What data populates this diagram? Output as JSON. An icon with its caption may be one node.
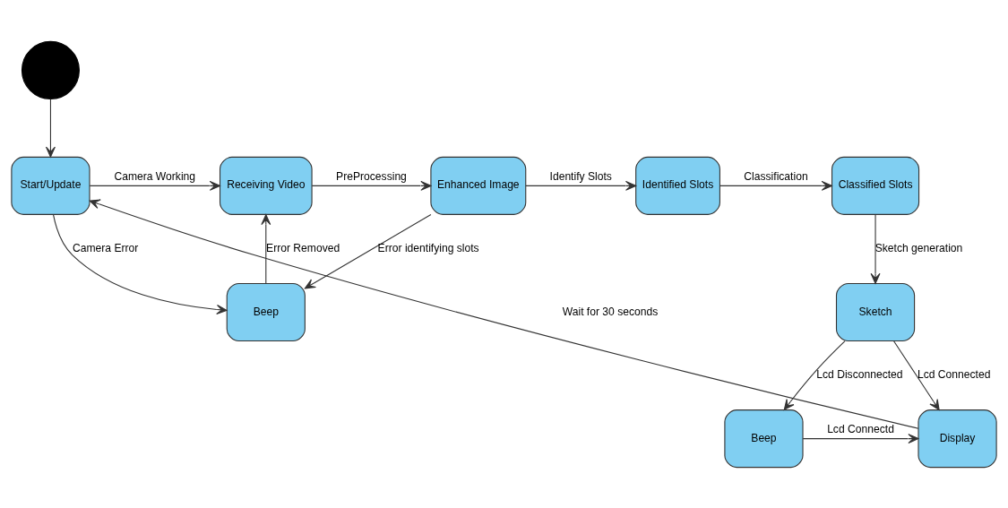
{
  "diagram": {
    "nodes": [
      {
        "text": [],
        "shape": "circle"
      },
      {
        "text": [
          "Start/Update"
        ]
      },
      {
        "text": [
          "Receiving Video"
        ]
      },
      {
        "text": [
          "Enhanced Image"
        ]
      },
      {
        "text": [
          "Identified Slots"
        ]
      },
      {
        "text": [
          "Classified Slots"
        ]
      },
      {
        "text": [
          "Beep"
        ]
      },
      {
        "text": [
          "Beep"
        ]
      },
      {
        "text": [
          "Sketch"
        ]
      },
      {
        "text": [
          "Display"
        ]
      }
    ],
    "edges": [
      {
        "from": 0,
        "to": 1,
        "arrow": "to"
      },
      {
        "from": 1,
        "to": 2,
        "arrow": "to",
        "label": "Camera Working"
      },
      {
        "from": 2,
        "to": 3,
        "arrow": "to",
        "label": "PreProcessing"
      },
      {
        "from": 3,
        "to": 4,
        "arrow": "to",
        "label": "Identify Slots"
      },
      {
        "from": 4,
        "to": 5,
        "arrow": "to",
        "label": "Classification"
      },
      {
        "from": 5,
        "to": 8,
        "arrow": "to",
        "label": "Sketch generation"
      },
      {
        "from": 1,
        "to": 6,
        "arrow": "to",
        "label": "Camera Error"
      },
      {
        "from": 6,
        "to": 2,
        "arrow": "to",
        "label": "Error Removed"
      },
      {
        "from": 3,
        "to": 6,
        "arrow": "to",
        "label": "Error identifying slots"
      },
      {
        "from": 8,
        "to": 7,
        "arrow": "to",
        "label": "Lcd Disconnected"
      },
      {
        "from": 7,
        "to": 9,
        "arrow": "to",
        "label": "Lcd Connectd"
      },
      {
        "from": 8,
        "to": 9,
        "arrow": "to",
        "label": "Lcd Connected"
      },
      {
        "from": 9,
        "to": 1,
        "arrow": "to",
        "label": "Wait for 30 seconds"
      }
    ]
  }
}
